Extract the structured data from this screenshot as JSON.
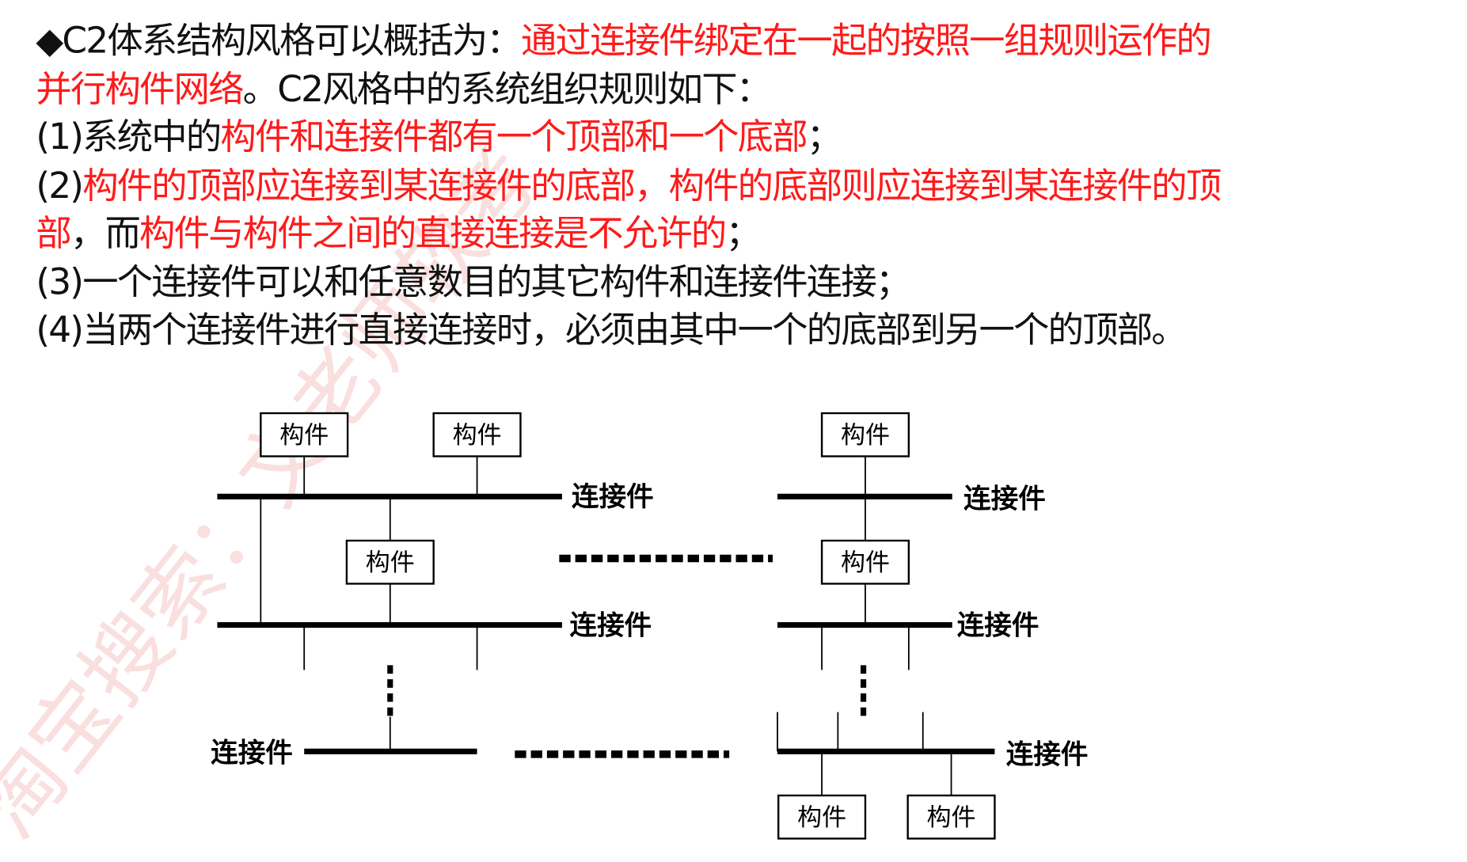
{
  "paragraph": {
    "lines": [
      [
        {
          "t": "◆C2体系结构风格可以概括为：",
          "red": false
        },
        {
          "t": "通过连接件绑定在一起的按照一组规则运作的",
          "red": true
        }
      ],
      [
        {
          "t": "并行构件网络",
          "red": true
        },
        {
          "t": "。C2风格中的系统组织规则如下：",
          "red": false
        }
      ],
      [
        {
          "t": "(1)系统中的",
          "red": false
        },
        {
          "t": "构件和连接件都有一个顶部和一个底部",
          "red": true
        },
        {
          "t": "；",
          "red": false
        }
      ],
      [
        {
          "t": "(2)",
          "red": false
        },
        {
          "t": "构件的顶部应连接到某连接件的底部，构件的底部则应连接到某连接件的顶",
          "red": true
        }
      ],
      [
        {
          "t": "部",
          "red": true
        },
        {
          "t": "，而",
          "red": false
        },
        {
          "t": "构件与构件之间的直接连接是不允许的",
          "red": true
        },
        {
          "t": "；",
          "red": false
        }
      ],
      [
        {
          "t": "(3)一个连接件可以和任意数目的其它构件和连接件连接；",
          "red": false
        }
      ],
      [
        {
          "t": "(4)当两个连接件进行直接连接时，必须由其中一个的底部到另一个的顶部。",
          "red": false
        }
      ]
    ]
  },
  "diagram": {
    "component_label": "构件",
    "connector_label": "连接件"
  },
  "watermark": "淘宝搜索：文老师软考",
  "colors": {
    "red": "#ff1a1a",
    "text": "#111111"
  }
}
